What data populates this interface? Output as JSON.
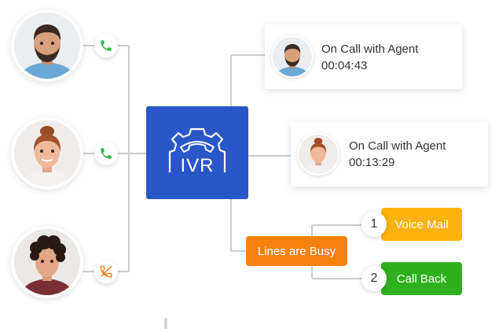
{
  "ivr": {
    "label": "IVR"
  },
  "callers": [
    {
      "name": "caller-1",
      "status_icon": "phone-icon",
      "status_color": "#2fb84a"
    },
    {
      "name": "caller-2",
      "status_icon": "phone-icon",
      "status_color": "#2fb84a"
    },
    {
      "name": "caller-3",
      "status_icon": "phone-missed-icon",
      "status_color": "#f07e1b"
    }
  ],
  "agent_calls": [
    {
      "status": "On Call with Agent",
      "duration": "00:04:43"
    },
    {
      "status": "On Call with Agent",
      "duration": "00:13:29"
    }
  ],
  "busy": {
    "label": "Lines are Busy",
    "color": "#f5820f"
  },
  "options": [
    {
      "number": "1",
      "label": "Voice Mail",
      "color": "#fbb20c"
    },
    {
      "number": "2",
      "label": "Call Back",
      "color": "#2fb01f"
    }
  ]
}
